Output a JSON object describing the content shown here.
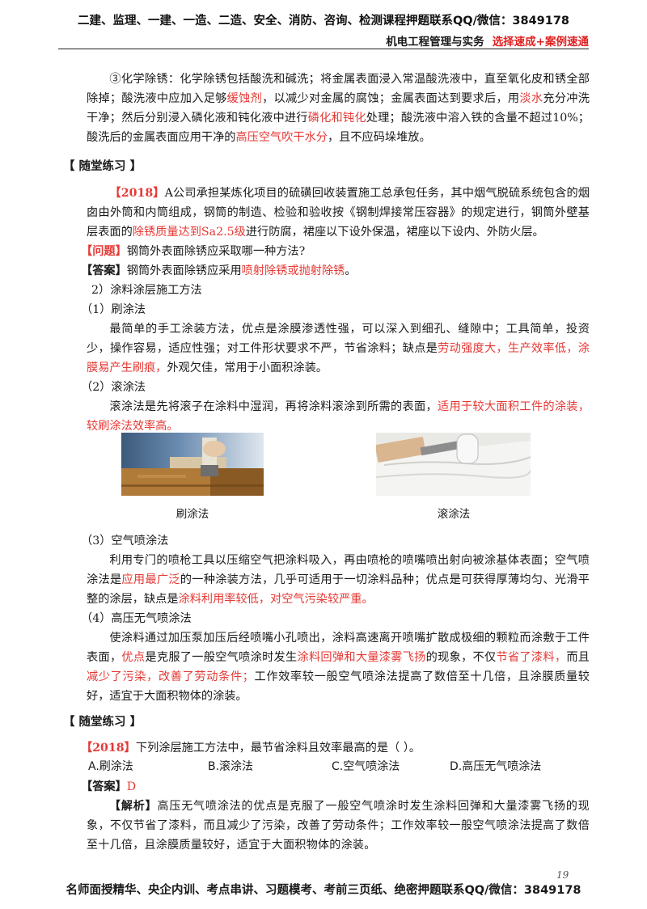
{
  "header": {
    "banner": "二建、监理、一建、一造、二造、安全、消防、咨询、检测课程押题联系QQ/微信：3849178",
    "subject": "机电工程管理与实务",
    "tag": "选择速成+案例速通"
  },
  "para1": {
    "a": "③化学除锈：化学除锈包括酸洗和碱洗；将金属表面浸入常温酸洗液中，直至氧化皮和锈全部除掉；酸洗液中应加入足够",
    "b": "缓蚀剂",
    "c": "，以减少对金属的腐蚀；金属表面达到要求后，用",
    "d": "淡水",
    "e": "充分冲洗干净；然后分别浸入磷化液和钝化液中进行",
    "f": "磷化和钝化",
    "g": "处理；酸洗液中溶入铁的含量不超过10%；酸洗后的金属表面应用干净的",
    "h": "高压空气吹干水分",
    "i": "，且不应码垛堆放。"
  },
  "practice_title": "【 随堂练习 】",
  "case": {
    "year": "【2018】",
    "a": "A公司承担某炼化项目的硫磺回收装置施工总承包任务，其中烟气脱硫系统包含的烟囱由外筒和内筒组成，钢筒的制造、检验和验收按《钢制焊接常压容器》的规定进行，钢筒外壁基层表面的",
    "b": "除锈质量达到Sa2.5级",
    "c": "进行防腐，裙座以下设外保温，裙座以下设内、外防火层。",
    "q_tag": "【问题】",
    "question": "钢筒外表面除锈应采取哪一种方法?",
    "ans_tag": "【答案】",
    "ans_a": "钢筒外表面除锈应采用",
    "ans_b": "喷射除锈或抛射除锈",
    "ans_c": "。"
  },
  "s2_title": "2）涂料涂层施工方法",
  "brush": {
    "title": "（1）刷涂法",
    "a": "最简单的手工涂装方法，优点是涂膜渗透性强，可以深入到细孔、缝隙中；工具简单，投资少，操作容易，适应性强；对工件形状要求不严，节省涂料；缺点是",
    "b": "劳动强度大，生产效率低，涂膜易产生刷痕，",
    "c": "外观欠佳，常用于小面积涂装。"
  },
  "roll": {
    "title": "（2）滚涂法",
    "a": "滚涂法是先将滚子在涂料中湿润，再将涂料滚涂到所需的表面，",
    "b": "适用于较大面积工件的涂装，较刷涂法效率高。"
  },
  "captions": {
    "brush": "刷涂法",
    "roll": "滚涂法"
  },
  "air": {
    "title": "（3）空气喷涂法",
    "a": "利用专门的喷枪工具以压缩空气把涂料吸入，再由喷枪的喷嘴喷出射向被涂基体表面；空气喷涂法是",
    "b": "应用最广泛",
    "c": "的一种涂装方法，几乎可适用于一切涂料品种；优点是可获得厚薄均匀、光滑平整的涂层，缺点是",
    "d": "涂料利用率较低，对空气污染较严重。"
  },
  "airless": {
    "title": "（4）高压无气喷涂法",
    "a": "使涂料通过加压泵加压后经喷嘴小孔喷出，涂料高速离开喷嘴扩散成极细的颗粒而涂敷于工件表面，",
    "b": "优点",
    "c": "是克服了一般空气喷涂时发生",
    "d": "涂料回弹和大量漆雾飞扬",
    "e": "的现象，不仅",
    "f": "节省了漆料，",
    "g": "而且",
    "h": "减少了污染，改善了劳动条件；",
    "i": "工作效率较一般空气喷涂法提高了数倍至十几倍，且涂膜质量较好，适宜于大面积物体的涂装。"
  },
  "practice2_title": "【 随堂练习 】",
  "mcq": {
    "year": "【2018】",
    "stem": "下列涂层施工方法中，最节省涂料且效率最高的是（        ）。",
    "options": [
      "A.刷涂法",
      "B.滚涂法",
      "C.空气喷涂法",
      "D.高压无气喷涂法"
    ],
    "ans_tag": "【答案】",
    "answer": "D",
    "exp_tag": "【解析】",
    "explanation": "高压无气喷涂法的优点是克服了一般空气喷涂时发生涂料回弹和大量漆雾飞扬的现象，不仅节省了漆料，而且减少了污染，改善了劳动条件；工作效率较一般空气喷涂法提高了数倍至十几倍，且涂膜质量较好，适宜于大面积物体的涂装。"
  },
  "footer": "名师面授精华、央企内训、考点串讲、习题模考、考前三页纸、绝密押题联系QQ/微信：3849178",
  "page_number": "19"
}
